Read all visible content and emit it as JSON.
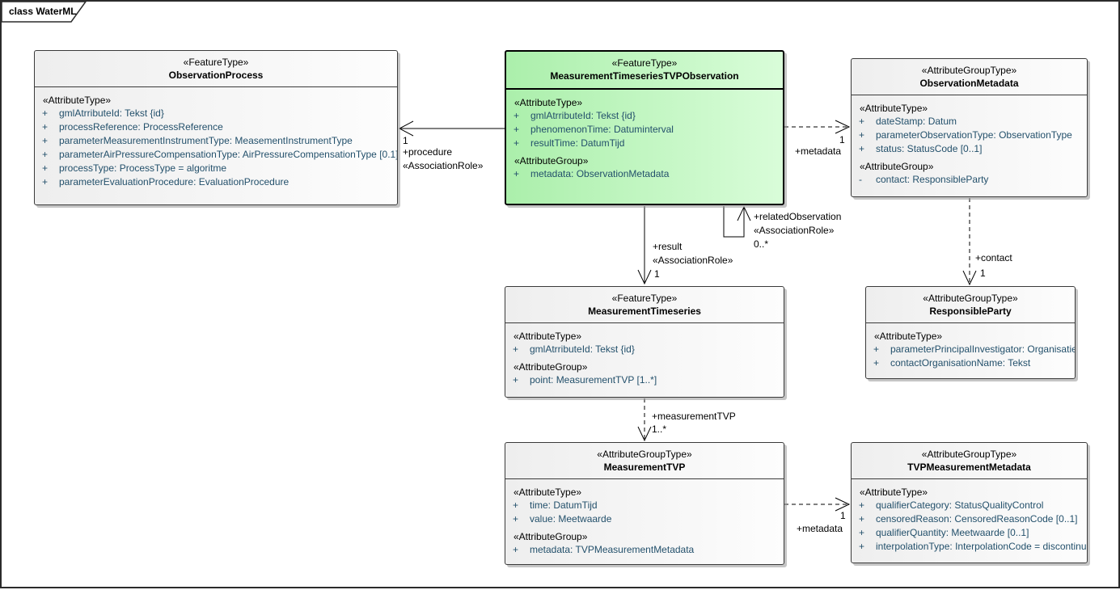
{
  "frame": {
    "title": "class WaterML"
  },
  "colors": {
    "highlight_fill_left": "#abefab",
    "highlight_fill_right": "#d9fdd9",
    "box_fill_left": "#eeeeee",
    "box_fill_right": "#fdfdfd",
    "attribute_text": "#23506b",
    "line": "#000000"
  },
  "classes": [
    {
      "stereotype": "«FeatureType»",
      "name": "ObservationProcess",
      "sections": [
        {
          "label": "«AttributeType»",
          "rows": [
            {
              "vis": "+",
              "text": "gmlAtrributeId: Tekst {id}"
            },
            {
              "vis": "+",
              "text": "processReference: ProcessReference"
            },
            {
              "vis": "+",
              "text": "parameterMeasurementInstrumentType: MeasementInstrumentType"
            },
            {
              "vis": "+",
              "text": "parameterAirPressureCompensationType: AirPressureCompensationType [0.1]"
            },
            {
              "vis": "+",
              "text": "processType: ProcessType = algoritme"
            },
            {
              "vis": "+",
              "text": "parameterEvaluationProcedure: EvaluationProcedure"
            }
          ]
        }
      ]
    },
    {
      "stereotype": "«FeatureType»",
      "name": "MeasurementTimeseriesTVPObservation",
      "sections": [
        {
          "label": "«AttributeType»",
          "rows": [
            {
              "vis": "+",
              "text": "gmlAtrributeId: Tekst {id}"
            },
            {
              "vis": "+",
              "text": "phenomenonTime: Datuminterval"
            },
            {
              "vis": "+",
              "text": "resultTime: DatumTijd"
            }
          ]
        },
        {
          "label": "«AttributeGroup»",
          "rows": [
            {
              "vis": "+",
              "text": "metadata: ObservationMetadata"
            }
          ]
        }
      ]
    },
    {
      "stereotype": "«AttributeGroupType»",
      "name": "ObservationMetadata",
      "sections": [
        {
          "label": "«AttributeType»",
          "rows": [
            {
              "vis": "+",
              "text": "dateStamp: Datum"
            },
            {
              "vis": "+",
              "text": "parameterObservationType: ObservationType"
            },
            {
              "vis": "+",
              "text": "status: StatusCode [0..1]"
            }
          ]
        },
        {
          "label": "«AttributeGroup»",
          "rows": [
            {
              "vis": "-",
              "text": "contact: ResponsibleParty"
            }
          ]
        }
      ]
    },
    {
      "stereotype": "«FeatureType»",
      "name": "MeasurementTimeseries",
      "sections": [
        {
          "label": "«AttributeType»",
          "rows": [
            {
              "vis": "+",
              "text": "gmlAtrributeId: Tekst {id}"
            }
          ]
        },
        {
          "label": "«AttributeGroup»",
          "rows": [
            {
              "vis": "+",
              "text": "point: MeasurementTVP [1..*]"
            }
          ]
        }
      ]
    },
    {
      "stereotype": "«AttributeGroupType»",
      "name": "ResponsibleParty",
      "sections": [
        {
          "label": "«AttributeType»",
          "rows": [
            {
              "vis": "+",
              "text": "parameterPrincipalInvestigator: Organisatie"
            },
            {
              "vis": "+",
              "text": "contactOrganisationName: Tekst"
            }
          ]
        }
      ]
    },
    {
      "stereotype": "«AttributeGroupType»",
      "name": "MeasurementTVP",
      "sections": [
        {
          "label": "«AttributeType»",
          "rows": [
            {
              "vis": "+",
              "text": "time: DatumTijd"
            },
            {
              "vis": "+",
              "text": "value: Meetwaarde"
            }
          ]
        },
        {
          "label": "«AttributeGroup»",
          "rows": [
            {
              "vis": "+",
              "text": "metadata: TVPMeasurementMetadata"
            }
          ]
        }
      ]
    },
    {
      "stereotype": "«AttributeGroupType»",
      "name": "TVPMeasurementMetadata",
      "sections": [
        {
          "label": "«AttributeType»",
          "rows": [
            {
              "vis": "+",
              "text": "qualifierCategory: StatusQualityControl"
            },
            {
              "vis": "+",
              "text": "censoredReason: CensoredReasonCode [0..1]"
            },
            {
              "vis": "+",
              "text": "qualifierQuantity: Meetwaarde [0..1]"
            },
            {
              "vis": "+",
              "text": "interpolationType: InterpolationCode = discontinu"
            }
          ]
        }
      ]
    }
  ],
  "connectors": {
    "procedure": {
      "multiplicity": "1",
      "role": "+procedure",
      "stereotype": "«AssociationRole»"
    },
    "metadata_top": {
      "multiplicity": "1",
      "role": "+metadata"
    },
    "related_observation": {
      "role": "+relatedObservation",
      "stereotype": "«AssociationRole»",
      "multiplicity": "0..*"
    },
    "result": {
      "role": "+result",
      "stereotype": "«AssociationRole»",
      "multiplicity": "1"
    },
    "measurement_tvp": {
      "role": "+measurementTVP",
      "multiplicity": "1..*"
    },
    "contact": {
      "role": "+contact",
      "multiplicity": "1"
    },
    "metadata_bottom": {
      "multiplicity": "1",
      "role": "+metadata"
    }
  }
}
